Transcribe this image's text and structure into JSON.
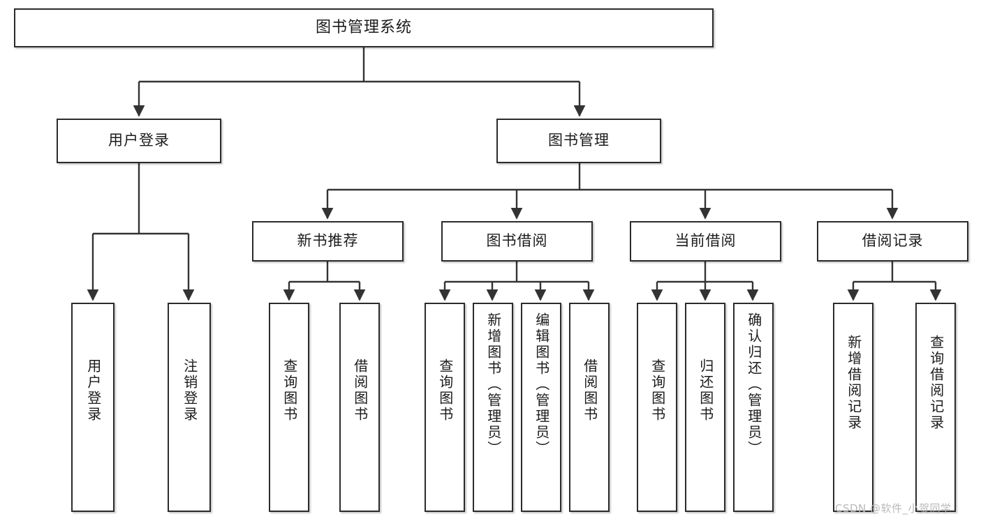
{
  "diagram": {
    "kind": "tree",
    "title": "图书管理系统",
    "watermark": "CSDN @软件_小贺同学",
    "colors": {
      "box_border": "#2b2b2b",
      "box_fill": "#ffffff",
      "edge": "#333333",
      "text": "#1b1b1b",
      "watermark": "#b9b9b9",
      "background": "#ffffff"
    }
  },
  "nodes": {
    "root": {
      "label": "图书管理系统",
      "level": 1
    },
    "l2": [
      {
        "id": "user-login",
        "label": "用户登录",
        "level": 2
      },
      {
        "id": "book-manage",
        "label": "图书管理",
        "level": 2
      }
    ],
    "l3": [
      {
        "id": "new-book-recommend",
        "label": "新书推荐",
        "level": 3
      },
      {
        "id": "book-borrow",
        "label": "图书借阅",
        "level": 3
      },
      {
        "id": "current-borrow",
        "label": "当前借阅",
        "level": 3
      },
      {
        "id": "borrow-record",
        "label": "借阅记录",
        "level": 3
      }
    ],
    "leaves": [
      {
        "id": "leaf-user-login",
        "label": "用户登录",
        "parent": "user-login"
      },
      {
        "id": "leaf-logout-login",
        "label": "注销登录",
        "parent": "user-login"
      },
      {
        "id": "leaf-query-book-1",
        "label": "查询图书",
        "parent": "new-book-recommend"
      },
      {
        "id": "leaf-borrow-book-1",
        "label": "借阅图书",
        "parent": "new-book-recommend"
      },
      {
        "id": "leaf-query-book-2",
        "label": "查询图书",
        "parent": "book-borrow"
      },
      {
        "id": "leaf-add-book",
        "label": "新增图书（管理员）",
        "parent": "book-borrow"
      },
      {
        "id": "leaf-edit-book",
        "label": "编辑图书（管理员）",
        "parent": "book-borrow"
      },
      {
        "id": "leaf-borrow-book-2",
        "label": "借阅图书",
        "parent": "book-borrow"
      },
      {
        "id": "leaf-query-book-3",
        "label": "查询图书",
        "parent": "current-borrow"
      },
      {
        "id": "leaf-return-book",
        "label": "归还图书",
        "parent": "current-borrow"
      },
      {
        "id": "leaf-confirm-return",
        "label": "确认归还（管理员）",
        "parent": "current-borrow"
      },
      {
        "id": "leaf-add-record",
        "label": "新增借阅记录",
        "parent": "borrow-record"
      },
      {
        "id": "leaf-query-record",
        "label": "查询借阅记录",
        "parent": "borrow-record"
      }
    ]
  }
}
